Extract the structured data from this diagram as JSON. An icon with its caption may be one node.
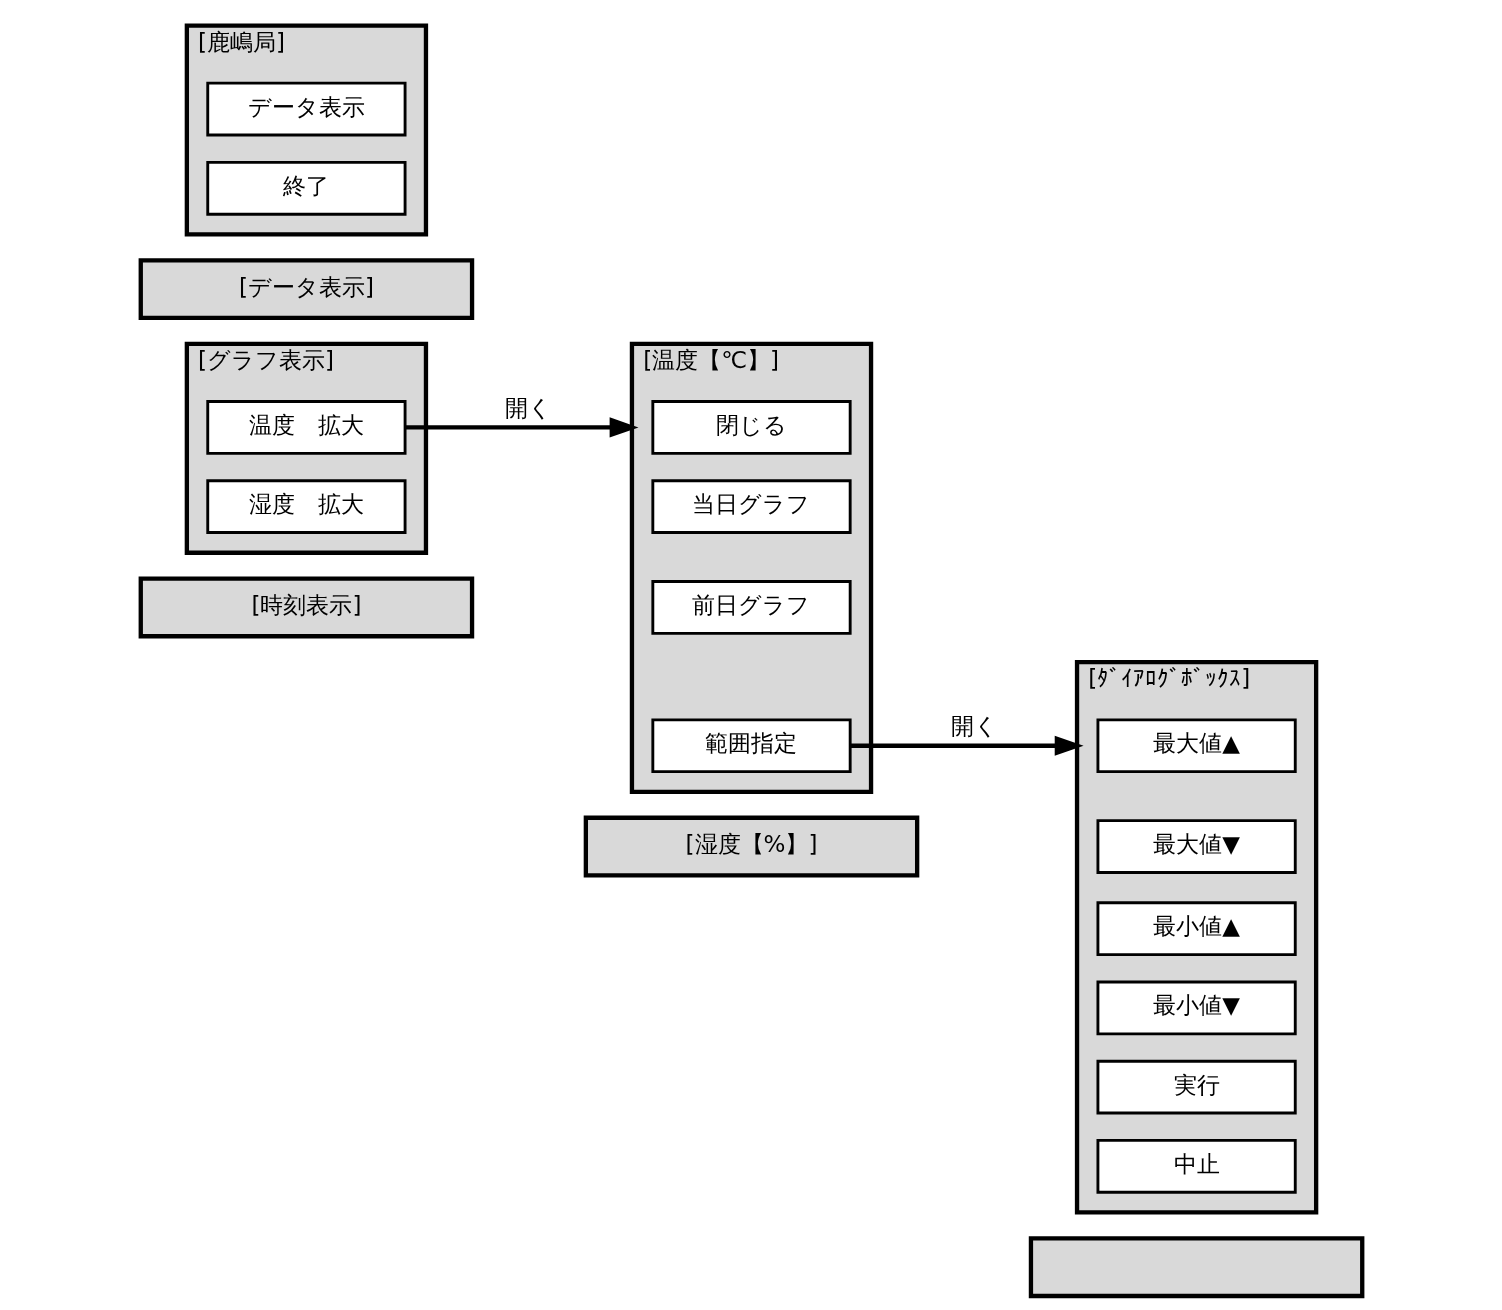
{
  "diagram": {
    "nodes": [
      {
        "text": [
          "[鹿嶋局]"
        ]
      },
      {
        "text": [
          "データ表示"
        ],
        "in": 0
      },
      {
        "text": [
          "終了"
        ],
        "in": 0
      },
      {
        "text": [
          "[データ表示]"
        ]
      },
      {
        "text": [
          "[グラフ表示]"
        ]
      },
      {
        "text": [
          "温度　拡大"
        ],
        "in": 4
      },
      {
        "text": [
          "湿度　拡大"
        ],
        "in": 4
      },
      {
        "text": [
          "[時刻表示]"
        ]
      },
      {
        "text": [
          "[温度【℃】]"
        ]
      },
      {
        "text": [
          "閉じる"
        ],
        "in": 8
      },
      {
        "text": [
          "当日グラフ"
        ],
        "in": 8
      },
      {
        "text": [
          "前日グラフ"
        ],
        "in": 8
      },
      {
        "text": [
          "範囲指定"
        ],
        "in": 8
      },
      {
        "text": [
          "[湿度【%】]"
        ]
      },
      {
        "text": [
          "[ﾀﾞｲｱﾛｸﾞﾎﾞｯｸｽ]"
        ]
      },
      {
        "text": [
          "最大値▲"
        ],
        "in": 14
      },
      {
        "text": [
          "最大値▼"
        ],
        "in": 14
      },
      {
        "text": [
          "最小値▲"
        ],
        "in": 14
      },
      {
        "text": [
          "最小値▼"
        ],
        "in": 14
      },
      {
        "text": [
          "実行"
        ],
        "in": 14
      },
      {
        "text": [
          "中止"
        ],
        "in": 14
      },
      {
        "text": [],
        "shape": "box"
      }
    ],
    "edges": [
      {
        "from": 5,
        "to": 8,
        "label": "開く",
        "arrow": "to"
      },
      {
        "from": 12,
        "to": 14,
        "label": "開く",
        "arrow": "to"
      }
    ]
  }
}
